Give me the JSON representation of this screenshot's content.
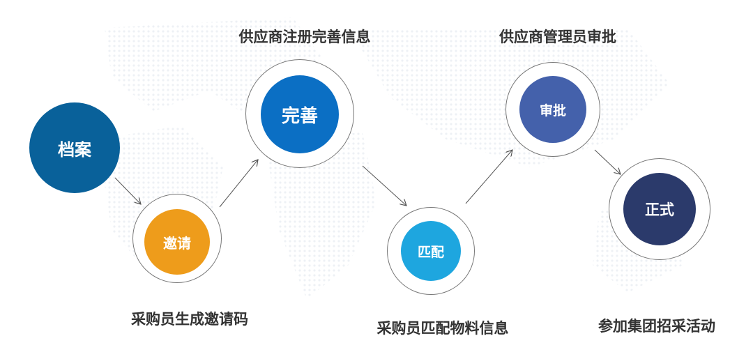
{
  "steps": [
    {
      "id": "archive",
      "title": "档案",
      "caption": "",
      "color": "#09619a"
    },
    {
      "id": "invite",
      "title": "邀请",
      "caption": "采购员生成邀请码",
      "color": "#ee9c1b"
    },
    {
      "id": "complete",
      "title": "完善",
      "caption": "供应商注册完善信息",
      "color": "#0b6fc4"
    },
    {
      "id": "match",
      "title": "匹配",
      "caption": "采购员匹配物料信息",
      "color": "#1ea6df"
    },
    {
      "id": "approve",
      "title": "审批",
      "caption": "供应商管理员审批",
      "color": "#4461ab"
    },
    {
      "id": "formal",
      "title": "正式",
      "caption": "参加集团招采活动",
      "color": "#2b3a6b"
    }
  ]
}
